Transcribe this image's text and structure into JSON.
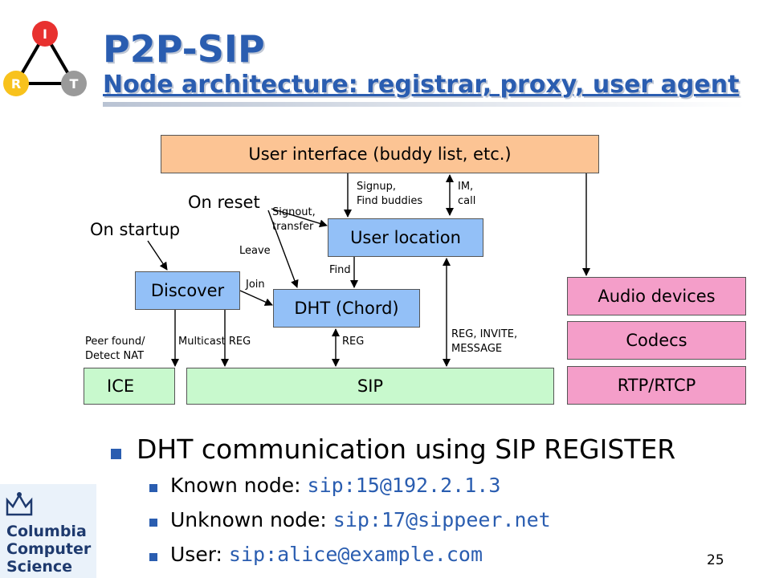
{
  "title": {
    "main": "P2P-SIP",
    "subtitle": "Node architecture: registrar, proxy, user agent"
  },
  "logo": {
    "letters": [
      "I",
      "R",
      "T"
    ]
  },
  "diagram": {
    "boxes": {
      "user_interface": "User interface (buddy list, etc.)",
      "user_location": "User location",
      "discover": "Discover",
      "dht": "DHT (Chord)",
      "audio_devices": "Audio devices",
      "codecs": "Codecs",
      "rtp": "RTP/RTCP",
      "ice": "ICE",
      "sip": "SIP"
    },
    "labels": {
      "on_reset": "On reset",
      "on_startup": "On startup",
      "signup_line1": "Signup,",
      "signup_line2": "Find buddies",
      "im_line1": "IM,",
      "im_line2": "call",
      "signout_line1": "Signout,",
      "signout_line2": "transfer",
      "leave": "Leave",
      "find": "Find",
      "join": "Join",
      "peer_line1": "Peer found/",
      "peer_line2": "Detect NAT",
      "multicast": "Multicast REG",
      "reg": "REG",
      "invite_line1": "REG, INVITE,",
      "invite_line2": "MESSAGE"
    }
  },
  "bullets": {
    "main": "DHT communication using SIP REGISTER",
    "items": [
      {
        "label": "Known node: ",
        "value": "sip:15@192.2.1.3"
      },
      {
        "label": "Unknown node: ",
        "value": "sip:17@sippeer.net"
      },
      {
        "label": "User: ",
        "value": "sip:alice@example.com"
      }
    ]
  },
  "footer": {
    "logo_lines": [
      "Columbia",
      "Computer",
      "Science"
    ],
    "page_number": "25"
  },
  "colors": {
    "title": "#2a5db0",
    "orange_box": "#fcc494",
    "blue_box": "#93c0f7",
    "pink_box": "#f49ec9",
    "green_box": "#c8f9cd",
    "logo_red": "#e8312f",
    "logo_yellow": "#f8c21c",
    "logo_gray": "#9a9a9a"
  }
}
